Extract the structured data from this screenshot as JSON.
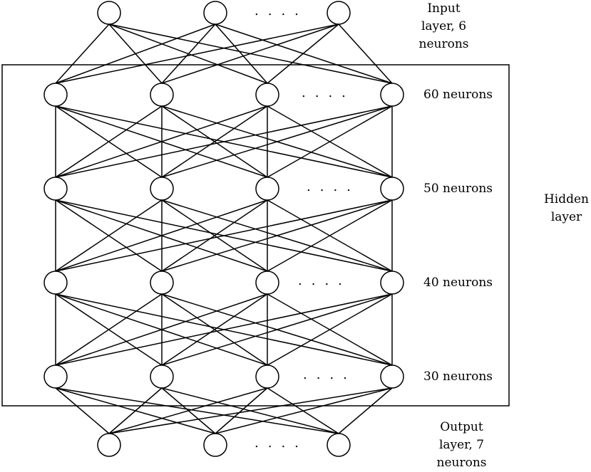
{
  "layers": [
    {
      "id": "input",
      "label_lines": [
        "Input",
        "layer, 6",
        "neurons"
      ],
      "visible_nodes": 3
    },
    {
      "id": "hidden1",
      "label": "60 neurons",
      "visible_nodes": 4
    },
    {
      "id": "hidden2",
      "label": "50 neurons",
      "visible_nodes": 4
    },
    {
      "id": "hidden3",
      "label": "40 neurons",
      "visible_nodes": 4
    },
    {
      "id": "hidden4",
      "label": "30 neurons",
      "visible_nodes": 4
    },
    {
      "id": "output",
      "label_lines": [
        "Output",
        "layer, 7",
        "neurons"
      ],
      "visible_nodes": 3
    }
  ],
  "hidden_group_label_lines": [
    "Hidden",
    "layer"
  ],
  "ellipsis": "...."
}
